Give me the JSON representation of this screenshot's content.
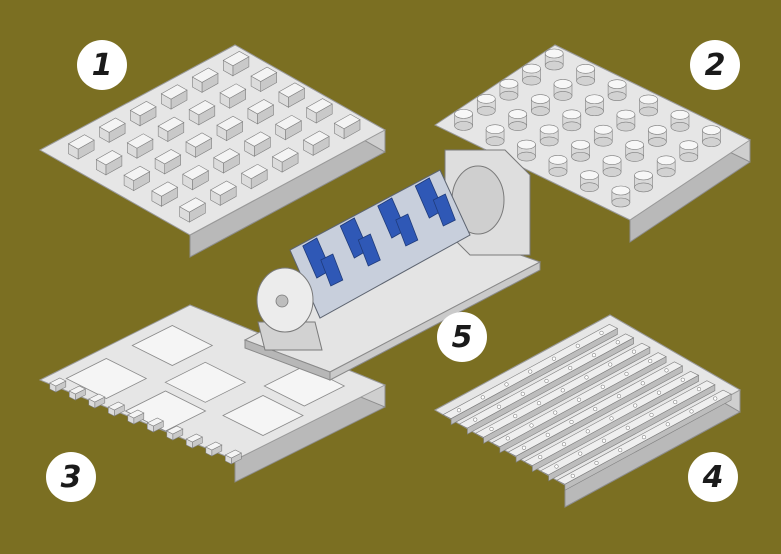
{
  "stations": [
    {
      "number": "1",
      "module": "vise-array"
    },
    {
      "number": "2",
      "module": "round-chuck-array"
    },
    {
      "number": "3",
      "module": "plate-fixture"
    },
    {
      "number": "4",
      "module": "rail-fixture"
    },
    {
      "number": "5",
      "module": "rotary-tombstone"
    }
  ],
  "colors": {
    "background": "#7b6f22",
    "fixture": "#e6e6e6",
    "fixture_shadow": "#b9b9b9",
    "clamp_accent": "#2f58b6",
    "badge_fill": "#ffffff",
    "badge_text": "#1a1a1a"
  }
}
